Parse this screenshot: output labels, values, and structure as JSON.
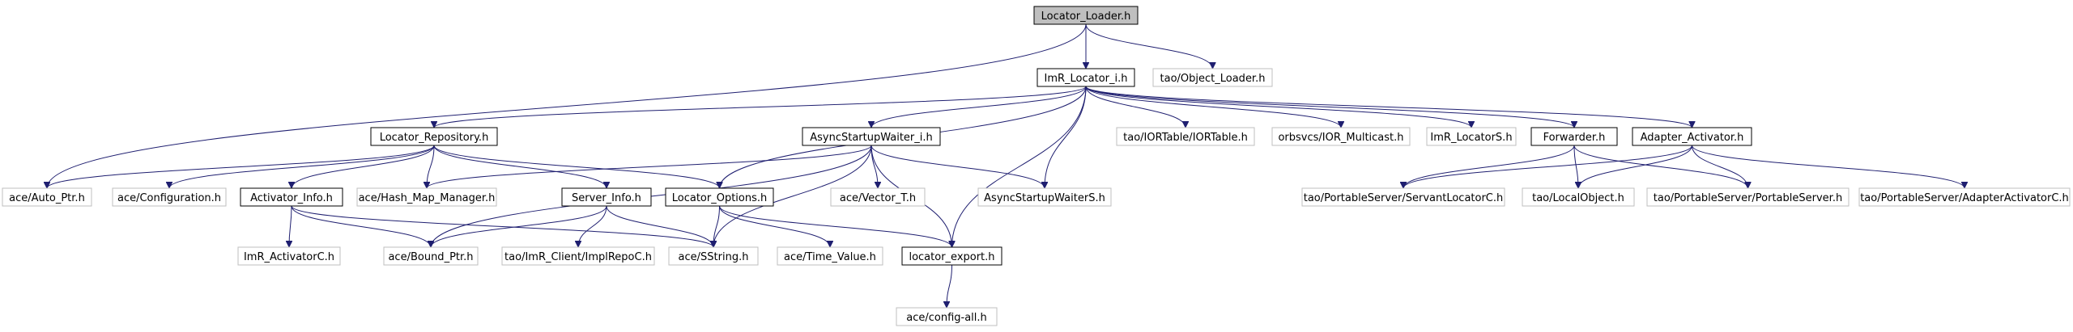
{
  "colors": {
    "root_fill": "#bfbfbf",
    "internal_fill": "#ffffff",
    "internal_border": "#000000",
    "external_border": "#bfbfbf",
    "text": "#000000",
    "edge": "#1f1f70"
  },
  "nodes": [
    {
      "id": "locator_loader",
      "label": "Locator_Loader.h",
      "kind": "root"
    },
    {
      "id": "imr_locator_i",
      "label": "ImR_Locator_i.h",
      "kind": "internal"
    },
    {
      "id": "object_loader",
      "label": "tao/Object_Loader.h",
      "kind": "external"
    },
    {
      "id": "locator_repository",
      "label": "Locator_Repository.h",
      "kind": "internal"
    },
    {
      "id": "async_startup_waiter_i",
      "label": "AsyncStartupWaiter_i.h",
      "kind": "internal"
    },
    {
      "id": "iortable",
      "label": "tao/IORTable/IORTable.h",
      "kind": "external"
    },
    {
      "id": "ior_multicast",
      "label": "orbsvcs/IOR_Multicast.h",
      "kind": "external"
    },
    {
      "id": "imr_locators",
      "label": "ImR_LocatorS.h",
      "kind": "external"
    },
    {
      "id": "forwarder",
      "label": "Forwarder.h",
      "kind": "internal"
    },
    {
      "id": "adapter_activator",
      "label": "Adapter_Activator.h",
      "kind": "internal"
    },
    {
      "id": "auto_ptr",
      "label": "ace/Auto_Ptr.h",
      "kind": "external"
    },
    {
      "id": "configuration",
      "label": "ace/Configuration.h",
      "kind": "external"
    },
    {
      "id": "activator_info",
      "label": "Activator_Info.h",
      "kind": "internal"
    },
    {
      "id": "hash_map_manager",
      "label": "ace/Hash_Map_Manager.h",
      "kind": "external"
    },
    {
      "id": "server_info",
      "label": "Server_Info.h",
      "kind": "internal"
    },
    {
      "id": "locator_options",
      "label": "Locator_Options.h",
      "kind": "internal"
    },
    {
      "id": "vector_t",
      "label": "ace/Vector_T.h",
      "kind": "external"
    },
    {
      "id": "async_startup_waiters",
      "label": "AsyncStartupWaiterS.h",
      "kind": "external"
    },
    {
      "id": "servant_locatorc",
      "label": "tao/PortableServer/ServantLocatorC.h",
      "kind": "external"
    },
    {
      "id": "local_object",
      "label": "tao/LocalObject.h",
      "kind": "external"
    },
    {
      "id": "portable_server",
      "label": "tao/PortableServer/PortableServer.h",
      "kind": "external"
    },
    {
      "id": "adapter_activatorc",
      "label": "tao/PortableServer/AdapterActivatorC.h",
      "kind": "external"
    },
    {
      "id": "imr_activatorc",
      "label": "ImR_ActivatorC.h",
      "kind": "external"
    },
    {
      "id": "bound_ptr",
      "label": "ace/Bound_Ptr.h",
      "kind": "external"
    },
    {
      "id": "implrepoc",
      "label": "tao/ImR_Client/ImplRepoC.h",
      "kind": "external"
    },
    {
      "id": "sstring",
      "label": "ace/SString.h",
      "kind": "external"
    },
    {
      "id": "time_value",
      "label": "ace/Time_Value.h",
      "kind": "external"
    },
    {
      "id": "locator_export",
      "label": "locator_export.h",
      "kind": "internal"
    },
    {
      "id": "config_all",
      "label": "ace/config-all.h",
      "kind": "external"
    }
  ],
  "edges": [
    {
      "from": "locator_loader",
      "to": "imr_locator_i"
    },
    {
      "from": "locator_loader",
      "to": "object_loader"
    },
    {
      "from": "locator_loader",
      "to": "auto_ptr"
    },
    {
      "from": "imr_locator_i",
      "to": "locator_repository"
    },
    {
      "from": "imr_locator_i",
      "to": "async_startup_waiter_i"
    },
    {
      "from": "imr_locator_i",
      "to": "iortable"
    },
    {
      "from": "imr_locator_i",
      "to": "ior_multicast"
    },
    {
      "from": "imr_locator_i",
      "to": "imr_locators"
    },
    {
      "from": "imr_locator_i",
      "to": "forwarder"
    },
    {
      "from": "imr_locator_i",
      "to": "adapter_activator"
    },
    {
      "from": "imr_locator_i",
      "to": "locator_options"
    },
    {
      "from": "imr_locator_i",
      "to": "async_startup_waiters"
    },
    {
      "from": "imr_locator_i",
      "to": "locator_export"
    },
    {
      "from": "locator_repository",
      "to": "auto_ptr"
    },
    {
      "from": "locator_repository",
      "to": "configuration"
    },
    {
      "from": "locator_repository",
      "to": "activator_info"
    },
    {
      "from": "locator_repository",
      "to": "hash_map_manager"
    },
    {
      "from": "locator_repository",
      "to": "server_info"
    },
    {
      "from": "locator_repository",
      "to": "locator_options"
    },
    {
      "from": "async_startup_waiter_i",
      "to": "hash_map_manager"
    },
    {
      "from": "async_startup_waiter_i",
      "to": "bound_ptr"
    },
    {
      "from": "async_startup_waiter_i",
      "to": "vector_t"
    },
    {
      "from": "async_startup_waiter_i",
      "to": "async_startup_waiters"
    },
    {
      "from": "async_startup_waiter_i",
      "to": "sstring"
    },
    {
      "from": "async_startup_waiter_i",
      "to": "locator_export"
    },
    {
      "from": "activator_info",
      "to": "imr_activatorc"
    },
    {
      "from": "activator_info",
      "to": "bound_ptr"
    },
    {
      "from": "activator_info",
      "to": "sstring"
    },
    {
      "from": "server_info",
      "to": "bound_ptr"
    },
    {
      "from": "server_info",
      "to": "implrepoc"
    },
    {
      "from": "server_info",
      "to": "sstring"
    },
    {
      "from": "locator_options",
      "to": "sstring"
    },
    {
      "from": "locator_options",
      "to": "time_value"
    },
    {
      "from": "locator_options",
      "to": "locator_export"
    },
    {
      "from": "locator_export",
      "to": "config_all"
    },
    {
      "from": "forwarder",
      "to": "servant_locatorc"
    },
    {
      "from": "forwarder",
      "to": "local_object"
    },
    {
      "from": "forwarder",
      "to": "portable_server"
    },
    {
      "from": "adapter_activator",
      "to": "servant_locatorc"
    },
    {
      "from": "adapter_activator",
      "to": "local_object"
    },
    {
      "from": "adapter_activator",
      "to": "portable_server"
    },
    {
      "from": "adapter_activator",
      "to": "adapter_activatorc"
    }
  ]
}
